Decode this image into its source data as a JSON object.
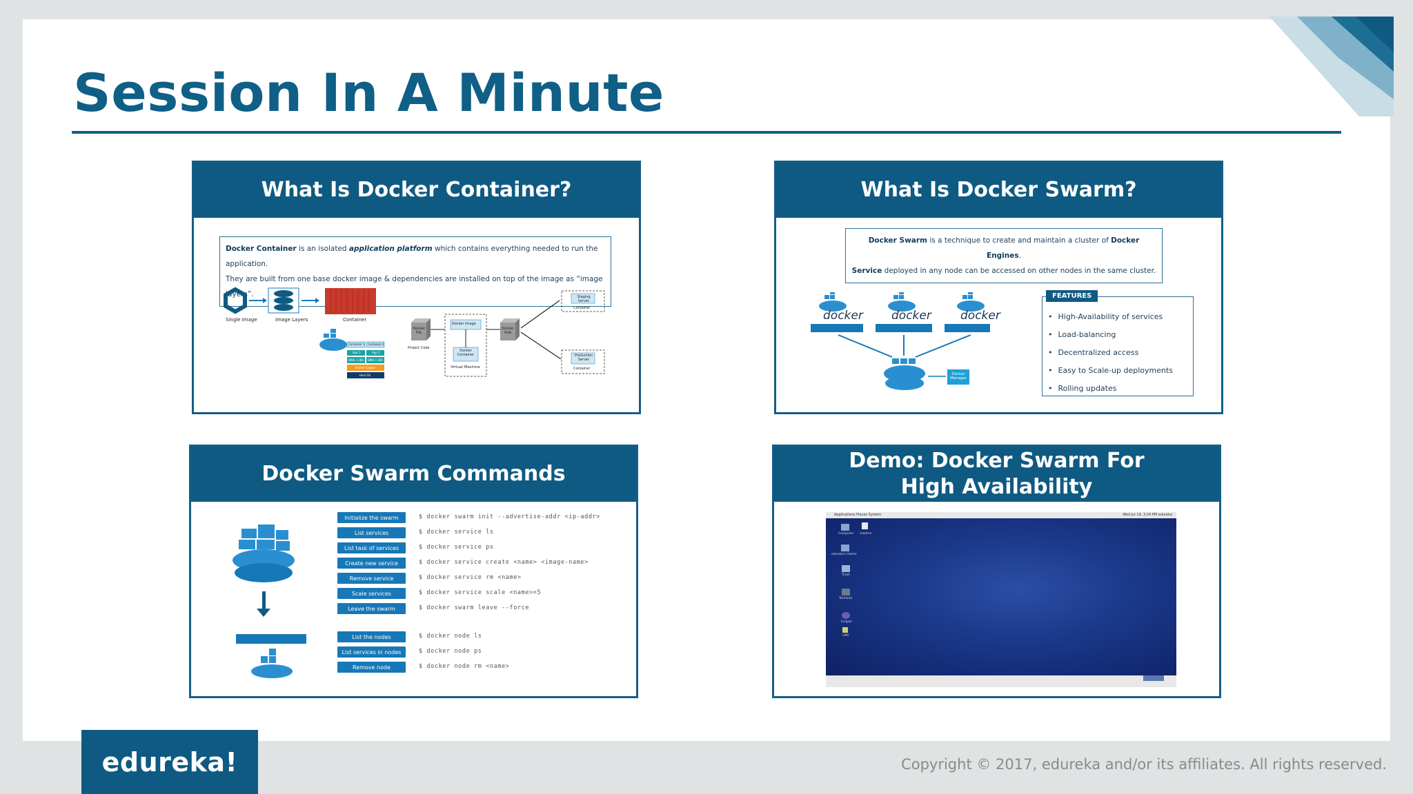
{
  "title": "Session In A Minute",
  "colors": {
    "brand": "#0f5a82",
    "accent_light": "#1778b8"
  },
  "panels": {
    "container": {
      "title": "What Is Docker Container?",
      "def_line1_a": "Docker Container",
      "def_line1_b": " is an isolated ",
      "def_line1_c": "application platform",
      "def_line1_d": " which contains everything needed to run the application.",
      "def_line2": "They are built from one base docker image & dependencies are installed on top of the image as “image layers”.",
      "labels": {
        "single_image": "Single Image",
        "image_layers": "Image Layers",
        "container": "Container",
        "docker_file": "Docker File",
        "project_code": "Project Code",
        "docker_image": "Docker Image",
        "docker_container": "Docker Container",
        "virtual_machine": "Virtual Machine",
        "docker_hub": "Docker Hub",
        "staging_server": "Staging Server",
        "production_server": "Production Server",
        "container_small": "Container",
        "container_1": "Container 1",
        "container_2": "Container 2",
        "app_1": "App 1",
        "app_2": "App 2",
        "bins_libs": "BINS / LIBS",
        "docker_engine": "Docker Engine",
        "host_os": "Host OS"
      }
    },
    "swarm": {
      "title": "What Is Docker Swarm?",
      "def_line1_a": "Docker Swarm",
      "def_line1_b": " is a technique to create and maintain a cluster of ",
      "def_line1_c": "Docker Engines",
      "def_line1_d": ".",
      "def_line2_a": "Service",
      "def_line2_b": " deployed in any node can be accessed on other nodes in the same cluster.",
      "docker_word": "docker",
      "manager_label": "Docker Manager",
      "features_tag": "FEATURES",
      "features": [
        "High-Availability of services",
        "Load-balancing",
        "Decentralized access",
        "Easy to Scale-up deployments",
        "Rolling updates"
      ]
    },
    "commands": {
      "title": "Docker Swarm Commands",
      "items": [
        {
          "label": "Initialize the swarm",
          "cmd": "$ docker swarm init --advertise-addr <ip-addr>"
        },
        {
          "label": "List services",
          "cmd": "$ docker service ls"
        },
        {
          "label": "List task of services",
          "cmd": "$ docker service ps"
        },
        {
          "label": "Create new service",
          "cmd": "$ docker service create <name> <image-name>"
        },
        {
          "label": "Remove service",
          "cmd": "$ docker service rm <name>"
        },
        {
          "label": "Scale services",
          "cmd": "$ docker service scale <name>=5"
        },
        {
          "label": "Leave the swarm",
          "cmd": "$ docker swarm leave --force"
        },
        {
          "label": "List the nodes",
          "cmd": "$ docker node ls"
        },
        {
          "label": "List services in nodes",
          "cmd": "$ docker node ps"
        },
        {
          "label": "Remove node",
          "cmd": "$ docker node rm <name>"
        }
      ]
    },
    "demo": {
      "title_line1": "Demo: Docker Swarm For",
      "title_line2": "High Availability",
      "topbar_left": "Applications   Places   System",
      "topbar_right": "Wed Jul 19,  3:24 PM    edureka",
      "desktop_icons": [
        "Computer",
        "readme",
        "edureka's Home",
        "Trash",
        "Terminal",
        "Eclipse",
        "LMS"
      ]
    }
  },
  "logo": "edureka!",
  "copyright": "Copyright © 2017, edureka and/or its affiliates. All rights reserved."
}
